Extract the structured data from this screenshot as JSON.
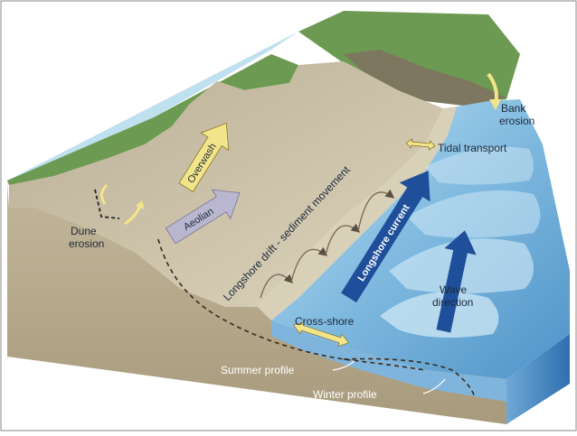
{
  "labels": {
    "bank_erosion_1": "Bank",
    "bank_erosion_2": "erosion",
    "tidal_transport": "Tidal transport",
    "overwash": "Overwash",
    "aeolian": "Aeolian",
    "dune_erosion_1": "Dune",
    "dune_erosion_2": "erosion",
    "longshore_drift": "Longshore drift - sediment movement",
    "longshore_current": "Longshore current",
    "wave_direction_1": "Wave",
    "wave_direction_2": "direction",
    "cross_shore": "Cross-shore",
    "summer_profile": "Summer profile",
    "winter_profile": "Winter profile"
  },
  "colors": {
    "sky": "#ffffff",
    "lagoon": "#bfe0ee",
    "upland_green": "#6d9a52",
    "dune_tan": "#cfc3a6",
    "beach_sand": "#d9d0b8",
    "ground_side": "#b7aa8e",
    "ocean_light": "#a9d3ea",
    "ocean_mid": "#79b6de",
    "ocean_deep": "#4f95c9",
    "current_arrow": "#1f4f9a",
    "overwash_arrow": "#f2e48a",
    "aeolian_arrow": "#b9b6cf"
  }
}
